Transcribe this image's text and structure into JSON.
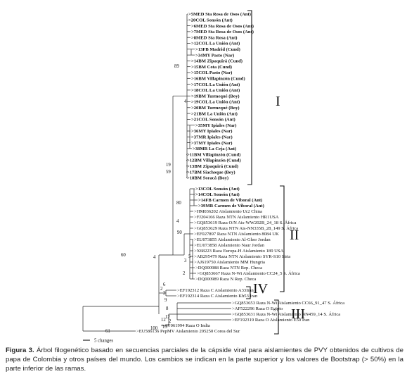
{
  "figure": {
    "leaves": [
      {
        "label": ">5MED Sta Rosa de Osos (Ant)",
        "bold": true
      },
      {
        "label": ">20COL Sonsón (Ant)",
        "bold": true
      },
      {
        "label": ">6MED Sta Rosa de Osos (Ant)",
        "bold": true
      },
      {
        "label": ">7MED Sta Rosa de Osos (Ant)",
        "bold": true
      },
      {
        "label": ">8MED Sta Rosa (Ant)",
        "bold": true
      },
      {
        "label": ">12COL La Unión (Ant)",
        "bold": true
      },
      {
        "label": ">13FB Madrid (Cund)",
        "bold": true
      },
      {
        "label": ">34MY Pasto (Nar)",
        "bold": true
      },
      {
        "label": ">14BM Zipaquirá (Cund)",
        "bold": true
      },
      {
        "label": ">15BM Cota (Cund)",
        "bold": true
      },
      {
        "label": ">15COL Pasto (Nar)",
        "bold": true
      },
      {
        "label": ">16BM Villapinzón (Cund)",
        "bold": true
      },
      {
        "label": ">17COL La Unión (Ant)",
        "bold": true
      },
      {
        "label": ">18COL La Unión (Ant)",
        "bold": true
      },
      {
        "label": ">19BM Turmequé (Boy)",
        "bold": true
      },
      {
        "label": ">19COL La Unión (Ant)",
        "bold": true
      },
      {
        "label": ">20BM Turmequé (Boy)",
        "bold": true
      },
      {
        "label": ">21BM La Unión (Ant)",
        "bold": true
      },
      {
        "label": ">21COL Sonsón (Ant)",
        "bold": true
      },
      {
        "label": ">35MY Ipiales (Nar)",
        "bold": true
      },
      {
        "label": ">36MY Ipiales (Nar)",
        "bold": true
      },
      {
        "label": ">37MR Ipiales (Nar)",
        "bold": true
      },
      {
        "label": ">37MY Ipiales (Nar)",
        "bold": true
      },
      {
        "label": ">38MR La Ceja (Ant)",
        "bold": true
      },
      {
        "label": ">11BM Villapinzón (Cund)",
        "bold": true
      },
      {
        "label": ">12BM Villapinzón (Cund)",
        "bold": true
      },
      {
        "label": ">13BM Zipaquirá (Cund)",
        "bold": true
      },
      {
        "label": ">17BM Siachoque (Boy)",
        "bold": true
      },
      {
        "label": ">18BM Soracá (Boy)",
        "bold": true
      },
      {
        "label": ">13COL Sonsón (Ant)",
        "bold": true
      },
      {
        "label": ">14COL Sonsón (Ant)",
        "bold": true
      },
      {
        "label": ">14FB Carmen de Viboral (Ant)",
        "bold": true
      },
      {
        "label": ">39MR Carmen de Viboral (Ant)",
        "bold": true
      },
      {
        "label": ">HM036202 Aislamiento Ur2 China",
        "bold": false
      },
      {
        "label": ">FJ204166 Raza NTN Aislamiento HR1USA",
        "bold": false
      },
      {
        "label": ">GQ853619 Raza O/N Ais-WW202B_24_18 S. África",
        "bold": false
      },
      {
        "label": ">GQ853629 Raza NTN Ais-NN335B_28_149 S. África",
        "bold": false
      },
      {
        "label": ">EF027897 Raza NTN Aislamiento 8084 UK",
        "bold": false
      },
      {
        "label": ">EU073855 Aislamiento Al-Ghor Jordan",
        "bold": false
      },
      {
        "label": ">EU073858 Aislamiento Naur Jordan",
        "bold": false
      },
      {
        "label": ">X68223 Raza Europa-H Aislamiento 189 USA",
        "bold": false
      },
      {
        "label": ">AB295479 Raza NTN Aislamiento SYR-S10 Siria",
        "bold": false
      },
      {
        "label": ">AJ619750 Aislamiento MM Hungria",
        "bold": false
      },
      {
        "label": ">DQ000988 Raza NTN Rep. Checa",
        "bold": false
      },
      {
        "label": ">GQ853667 Raza N-Wi Aislamiento CC24_5 S. África",
        "bold": false
      },
      {
        "label": ">DQ000989 Raza N Rep. Checa",
        "bold": false
      },
      {
        "label": ">EF192312 Raza C Aislamiento A33Iran",
        "bold": false
      },
      {
        "label": ">EF192314 Raza C Aislamiento Kh53 Iran",
        "bold": false
      },
      {
        "label": ">GQ853653 Raza N-Wi Aislamiento CC66_91_47 S. África",
        "bold": false
      },
      {
        "label": ">AF522296 Raza O Egipto",
        "bold": false
      },
      {
        "label": ">GQ853631 Raza N-Wi Aislamiento NN459_14 S. África",
        "bold": false
      },
      {
        "label": ">EF192319 Raza O Aislamiento E50 Iran",
        "bold": false
      },
      {
        "label": ">AY061994 Raza O India",
        "bold": false
      },
      {
        "label": ">EU586136 PepMV Aislamiento 205250 Corea del Sur",
        "bold": false
      }
    ],
    "branch_labels": [
      {
        "text": "89"
      },
      {
        "text": "4"
      },
      {
        "text": "19"
      },
      {
        "text": "59"
      },
      {
        "text": "80"
      },
      {
        "text": "4"
      },
      {
        "text": "90"
      },
      {
        "text": "60"
      },
      {
        "text": "6"
      },
      {
        "text": "2"
      },
      {
        "text": "4"
      },
      {
        "text": "2"
      },
      {
        "text": "9"
      },
      {
        "text": "8"
      },
      {
        "text": "12"
      },
      {
        "text": "2"
      },
      {
        "text": "12"
      },
      {
        "text": "100"
      },
      {
        "text": "15"
      },
      {
        "text": "61"
      },
      {
        "text": "5"
      },
      {
        "text": "3"
      },
      {
        "text": "2"
      }
    ],
    "clades": [
      {
        "label": "I"
      },
      {
        "label": "II"
      },
      {
        "label": "IV"
      },
      {
        "label": "III"
      }
    ],
    "scale_bar": {
      "label": "5 changes"
    }
  },
  "caption": {
    "lead": "Figura 3.",
    "text": " Árbol filogenético basado en secuencias parciales de la cápside viral para aislamientes de PVY obtenidos de cultivos de papa de Colombia y otros países del mundo. Los cambios se indican en la parte superior y los valores de Bootstrap (> 50%) en la parte inferior de las ramas."
  }
}
